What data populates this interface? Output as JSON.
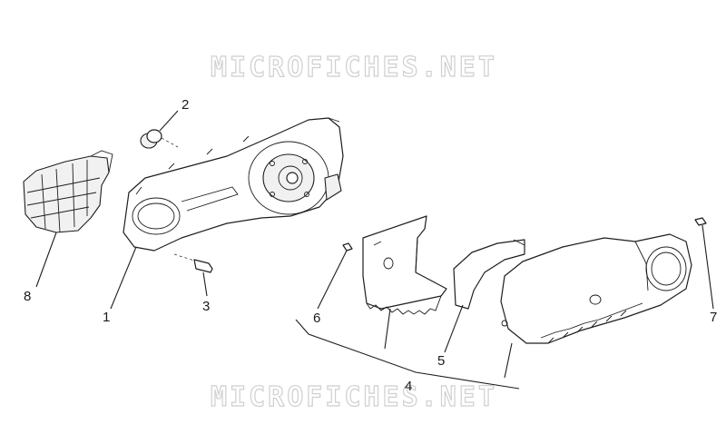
{
  "watermark": "MICROFICHES.NET",
  "callouts": {
    "c1": "1",
    "c2": "2",
    "c3": "3",
    "c4": "4",
    "c5": "5",
    "c6": "6",
    "c7": "7",
    "c8": "8"
  }
}
